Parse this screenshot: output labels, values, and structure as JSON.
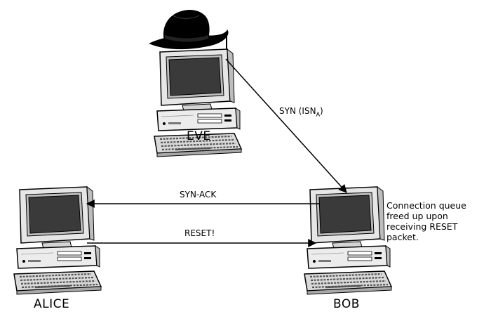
{
  "nodes": {
    "eve": {
      "label": "EVE"
    },
    "alice": {
      "label": "ALICE"
    },
    "bob": {
      "label": "BOB"
    }
  },
  "edges": {
    "syn": {
      "label": "SYN (ISN",
      "subscript": "A",
      "suffix": ")"
    },
    "syn_ack": {
      "label": "SYN-ACK"
    },
    "reset": {
      "label": "RESET!"
    }
  },
  "note": {
    "lines": [
      "Connection queue",
      "freed up upon",
      "receiving RESET",
      "packet."
    ]
  },
  "icons": [
    "computer-icon",
    "hat-icon"
  ]
}
